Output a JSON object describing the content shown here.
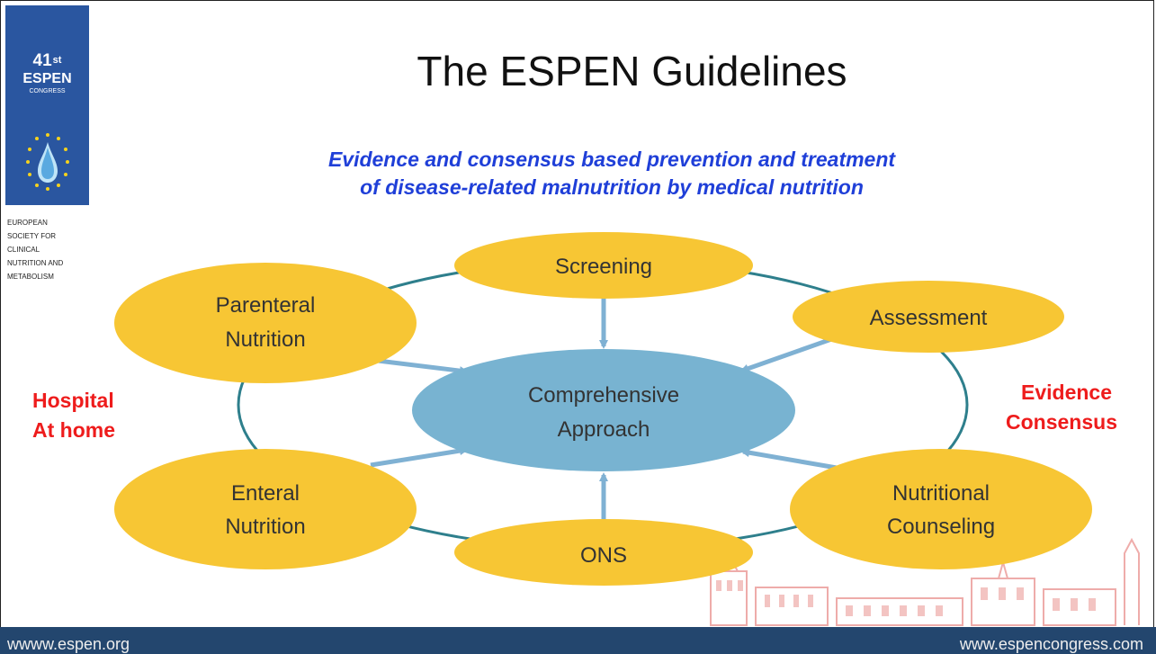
{
  "logo": {
    "number": "41",
    "number_suffix": "st",
    "name": "ESPEN",
    "subtitle": "CONGRESS"
  },
  "society": [
    "EUROPEAN",
    "SOCIETY FOR",
    "CLINICAL",
    "NUTRITION AND",
    "METABOLISM"
  ],
  "title": "The ESPEN Guidelines",
  "subtitle": {
    "line1": "Evidence and consensus based prevention and treatment",
    "line2": "of disease-related malnutrition by medical nutrition"
  },
  "diagram": {
    "center": {
      "line1": "Comprehensive",
      "line2": "Approach"
    },
    "nodes": {
      "screening": "Screening",
      "assessment": "Assessment",
      "parenteral": {
        "line1": "Parenteral",
        "line2": "Nutrition"
      },
      "enteral": {
        "line1": "Enteral",
        "line2": "Nutrition"
      },
      "ons": "ONS",
      "counseling": {
        "line1": "Nutritional",
        "line2": "Counseling"
      }
    }
  },
  "left_label": {
    "line1": "Hospital",
    "line2": "At home"
  },
  "right_label": {
    "line1": "Evidence",
    "line2": "Consensus"
  },
  "footer": {
    "left": "wwww.espen.org",
    "right": "www.espencongress.com"
  },
  "colors": {
    "logo_blue": "#2a56a0",
    "node_yellow": "#f7c634",
    "center_blue": "#78b3d1",
    "ring_teal": "#2e7f8c",
    "arrow_blue": "#7fb1d3",
    "subtitle_blue": "#1f3fd8",
    "label_red": "#ee1c1c",
    "footer_navy": "#23466e"
  }
}
